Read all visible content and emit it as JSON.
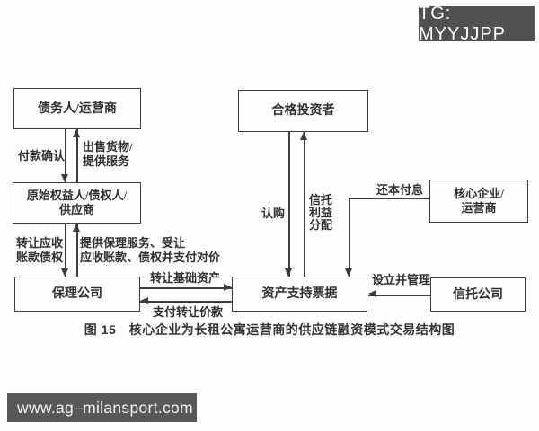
{
  "overlay": {
    "badge": "TG: MYYJJPP",
    "watermark": "www.ag–milansport.com"
  },
  "diagram": {
    "caption": "图 15　核心企业为长租公寓运营商的供应链融资模式交易结构图",
    "nodes": {
      "debtor": "债务人/运营商",
      "originator": "原始权益人/债权人/\n供应商",
      "factoring": "保理公司",
      "investors": "合格投资者",
      "abn": "资产支持票据",
      "core": "核心企业/\n运营商",
      "trust": "信托公司"
    },
    "edge_labels": {
      "payment_confirm": "付款确认",
      "sell_goods": "出售货物/\n提供服务",
      "transfer_receivables": "转让应收\n账款债权",
      "provide_factoring": "提供保理服务、受让\n应收账款、债权并支付对价",
      "transfer_assets": "转让基础资产",
      "pay_price": "支付转让价款",
      "subscribe": "认购",
      "trust_benefit": "信托\n利益\n分配",
      "repay": "还本付息",
      "establish_manage": "设立并管理"
    }
  }
}
